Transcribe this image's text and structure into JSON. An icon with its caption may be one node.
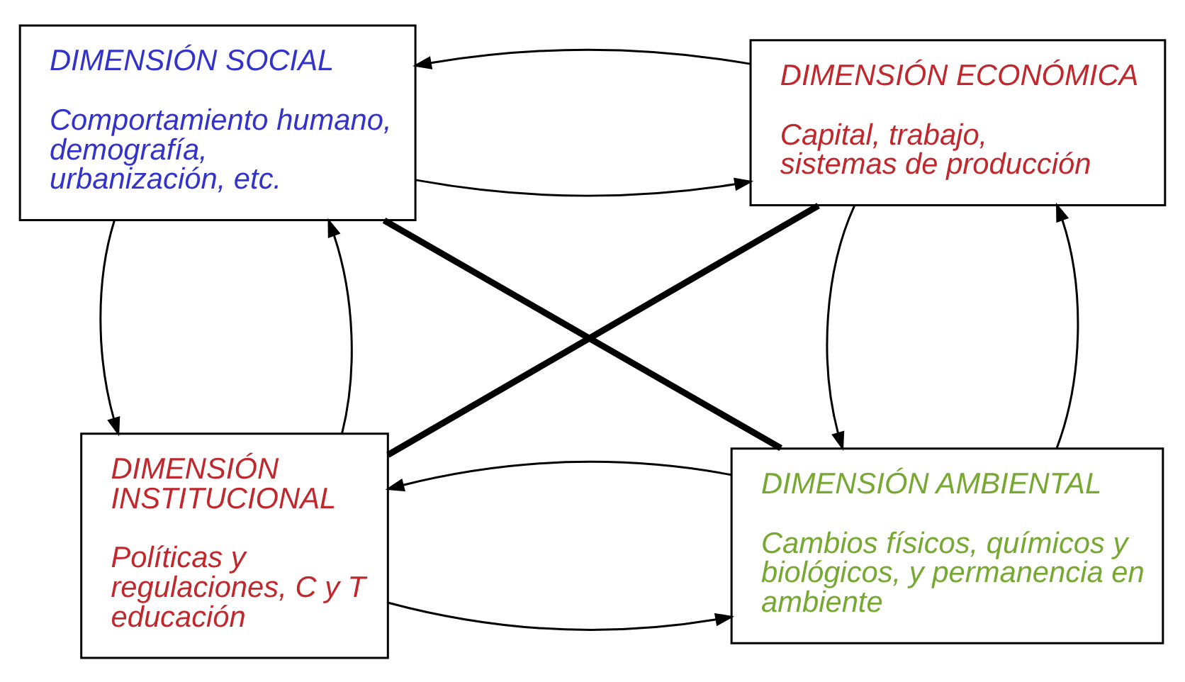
{
  "diagram": {
    "nodes": [
      {
        "text": [
          "DIMENSIÓN SOCIAL",
          "Comportamiento humano, demografía, urbanización, etc."
        ]
      },
      {
        "text": [
          "DIMENSIÓN ECONÓMICA",
          "Capital, trabajo, sistemas de producción"
        ]
      },
      {
        "text": [
          "DIMENSIÓN INSTITUCIONAL",
          "Políticas y regulaciones, C y T educación"
        ]
      },
      {
        "text": [
          "DIMENSIÓN AMBIENTAL",
          "Cambios físicos, químicos y biológicos, y permanencia en ambiente"
        ]
      }
    ],
    "edges": [
      {
        "from": 0,
        "to": 1,
        "arrow": "to"
      },
      {
        "from": 1,
        "to": 0,
        "arrow": "to"
      },
      {
        "from": 0,
        "to": 3,
        "arrow": "none",
        "style": "thick"
      },
      {
        "from": 2,
        "to": 1,
        "arrow": "none",
        "style": "thick"
      },
      {
        "from": 2,
        "to": 0,
        "arrow": "to"
      },
      {
        "from": 0,
        "to": 2,
        "arrow": "to"
      },
      {
        "from": 3,
        "to": 1,
        "arrow": "to"
      },
      {
        "from": 1,
        "to": 3,
        "arrow": "to"
      },
      {
        "from": 2,
        "to": 3,
        "arrow": "to"
      },
      {
        "from": 3,
        "to": 2,
        "arrow": "to"
      }
    ]
  }
}
